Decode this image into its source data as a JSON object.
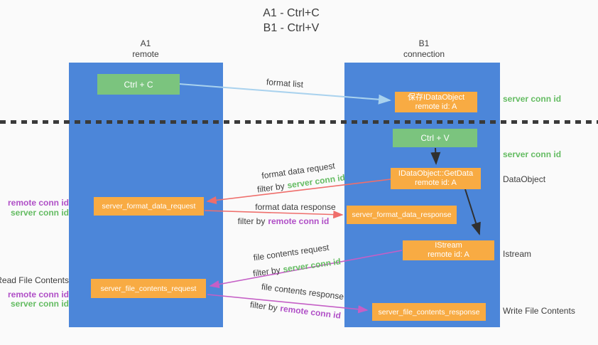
{
  "title": {
    "line1": "A1 - Ctrl+C",
    "line2": "B1 - Ctrl+V"
  },
  "lifelines": {
    "a1": {
      "name": "A1",
      "role": "remote"
    },
    "b1": {
      "name": "B1",
      "role": "connection"
    }
  },
  "boxes": {
    "ctrl_c": {
      "label": "Ctrl + C"
    },
    "ctrl_v": {
      "label": "Ctrl + V"
    },
    "save_dataobject": {
      "line1": "保存IDataObject",
      "line2": "remote id: A"
    },
    "getdata": {
      "line1": "IDataObject::GetData",
      "line2": "remote id: A"
    },
    "istream": {
      "line1": "IStream",
      "line2": "remote id: A"
    },
    "format_request": {
      "label": "server_format_data_request"
    },
    "format_response": {
      "label": "server_format_data_response"
    },
    "file_request": {
      "label": "server_file_contents_request"
    },
    "file_response": {
      "label": "server_file_contents_response"
    }
  },
  "arrow_labels": {
    "format_list": "format list",
    "format_data_request": "format data request",
    "format_data_response": "format data response",
    "file_contents_request": "file contents request",
    "file_contents_response": "file contents response",
    "filter_by": "filter by",
    "server_conn_id": "server conn id",
    "remote_conn_id": "remote conn id"
  },
  "side_labels": {
    "server_conn_id_top": "server conn id",
    "server_conn_id_mid": "server conn id",
    "dataobject": "DataObject",
    "istream": "Istream",
    "write_file_contents": "Write File Contents",
    "read_file_contents": "Read File Contents",
    "remote_conn_id_format": "remote conn id",
    "server_conn_id_format": "server conn id",
    "remote_conn_id_file": "remote conn id",
    "server_conn_id_file": "server conn id"
  },
  "colors": {
    "background": "#FAFAFA",
    "lifeline_blue": "#4C86D9",
    "box_green": "#7BC47E",
    "box_orange": "#F8AB43",
    "arrow_light_blue": "#A9D2EE",
    "arrow_black": "#303030",
    "arrow_red": "#EF6E6B",
    "arrow_magenta": "#C55FC6",
    "text_green": "#64BC62",
    "text_purple": "#B04FC7",
    "text_dark": "#3D3D3D"
  }
}
